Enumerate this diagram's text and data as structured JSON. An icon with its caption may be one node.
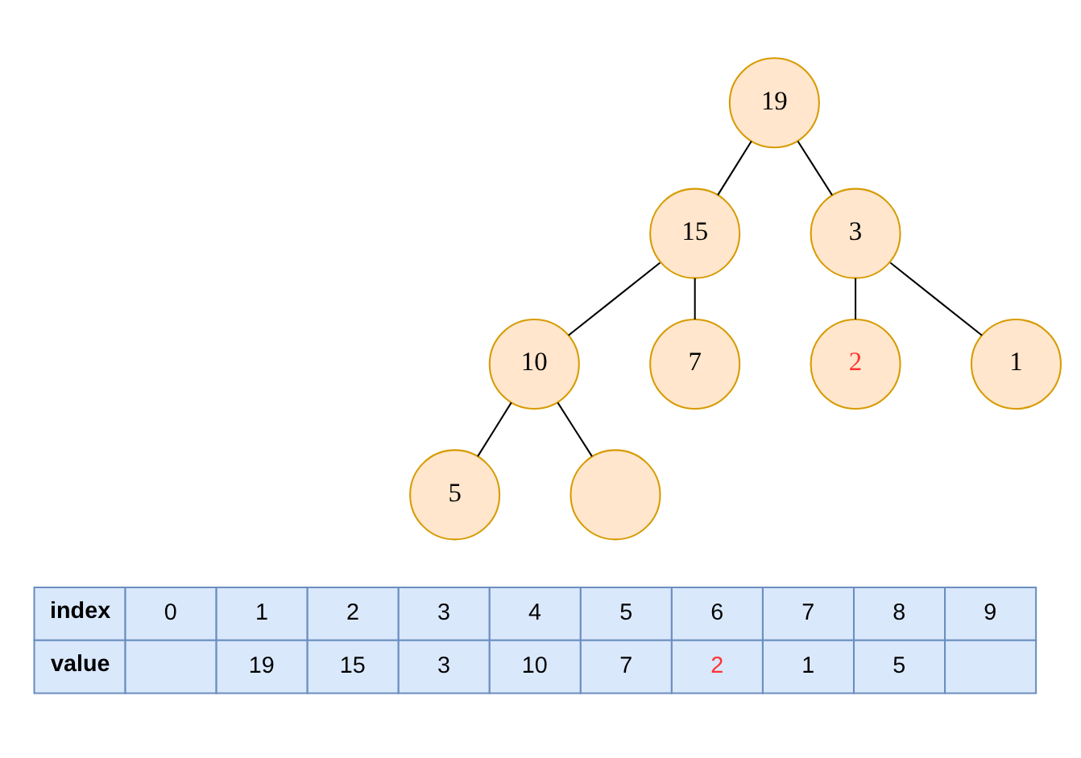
{
  "diagram": {
    "nodes": [
      {
        "text": [
          "19"
        ]
      },
      {
        "text": [
          "15"
        ]
      },
      {
        "text": [
          "3"
        ]
      },
      {
        "text": [
          "10"
        ]
      },
      {
        "text": [
          "7"
        ]
      },
      {
        "text": [
          "2"
        ]
      },
      {
        "text": [
          "1"
        ]
      },
      {
        "text": [
          "5"
        ]
      },
      {
        "text": [],
        "shape": "circle"
      }
    ],
    "edges": [
      {
        "from": 0,
        "to": 1,
        "arrow": "none"
      },
      {
        "from": 0,
        "to": 2,
        "arrow": "none"
      },
      {
        "from": 1,
        "to": 3,
        "arrow": "none"
      },
      {
        "from": 1,
        "to": 4,
        "arrow": "none"
      },
      {
        "from": 2,
        "to": 5,
        "arrow": "none"
      },
      {
        "from": 2,
        "to": 6,
        "arrow": "none"
      },
      {
        "from": 3,
        "to": 7,
        "arrow": "none"
      },
      {
        "from": 3,
        "to": 8,
        "arrow": "none"
      }
    ],
    "labels": [
      "index",
      "0",
      "1",
      "2",
      "3",
      "4",
      "5",
      "6",
      "7",
      "8",
      "9",
      "value",
      "19",
      "15",
      "3",
      "10",
      "7",
      "2",
      "1",
      "5"
    ]
  }
}
